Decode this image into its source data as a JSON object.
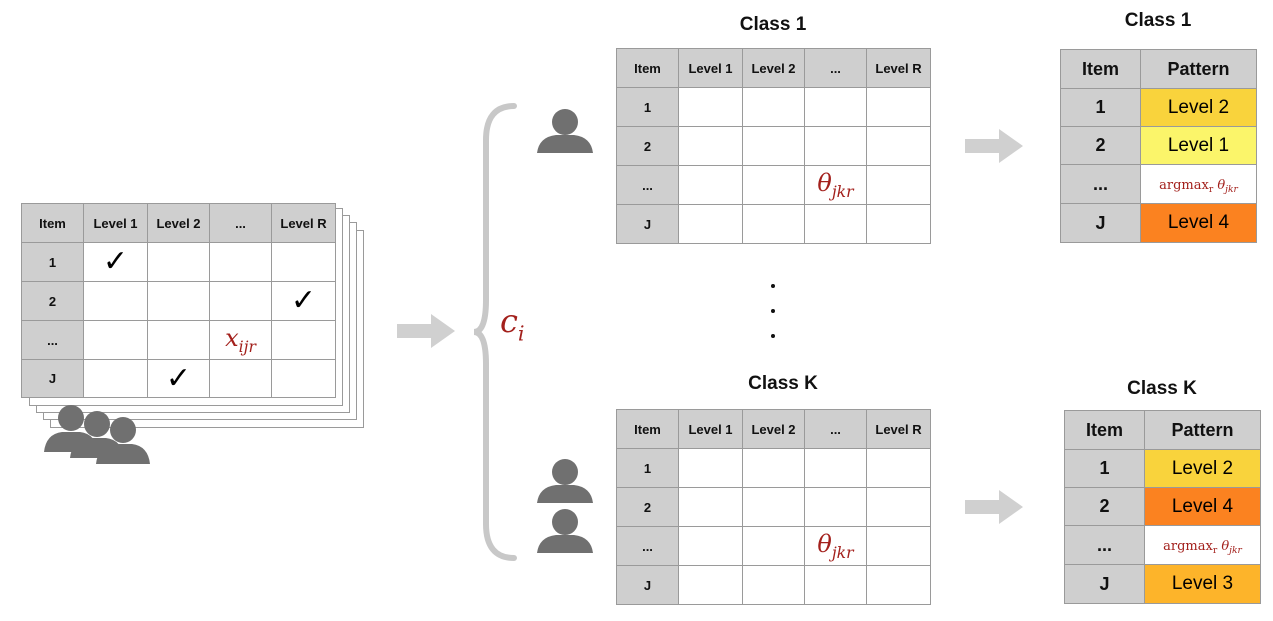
{
  "input_table": {
    "headers": [
      "Item",
      "Level 1",
      "Level 2",
      "...",
      "Level R"
    ],
    "rows": [
      "1",
      "2",
      "...",
      "J"
    ],
    "variable": "x",
    "variable_sub": "ijr"
  },
  "latent": {
    "symbol": "c",
    "sub": "i"
  },
  "class_1": {
    "title": "Class 1",
    "theta_table": {
      "headers": [
        "Item",
        "Level 1",
        "Level 2",
        "...",
        "Level R"
      ],
      "rows": [
        "1",
        "2",
        "...",
        "J"
      ],
      "symbol": "θ",
      "sub": "jkr"
    },
    "pattern_table": {
      "title": "Class 1",
      "headers": [
        "Item",
        "Pattern"
      ],
      "rows": [
        {
          "item": "1",
          "pattern": "Level 2",
          "color": "#f9d33c"
        },
        {
          "item": "2",
          "pattern": "Level 1",
          "color": "#fbf56a"
        },
        {
          "item": "...",
          "pattern": "argmax",
          "color": "#ffffff"
        },
        {
          "item": "J",
          "pattern": "Level 4",
          "color": "#fb8220"
        }
      ]
    }
  },
  "class_k": {
    "title": "Class K",
    "theta_table": {
      "headers": [
        "Item",
        "Level 1",
        "Level 2",
        "...",
        "Level R"
      ],
      "rows": [
        "1",
        "2",
        "...",
        "J"
      ],
      "symbol": "θ",
      "sub": "jkr"
    },
    "pattern_table": {
      "title": "Class K",
      "headers": [
        "Item",
        "Pattern"
      ],
      "rows": [
        {
          "item": "1",
          "pattern": "Level 2",
          "color": "#f9d33c"
        },
        {
          "item": "2",
          "pattern": "Level 4",
          "color": "#fb8220"
        },
        {
          "item": "...",
          "pattern": "argmax",
          "color": "#ffffff"
        },
        {
          "item": "J",
          "pattern": "Level 3",
          "color": "#fdb42a"
        }
      ]
    }
  },
  "argmax": {
    "text": "argmax",
    "sub": "r",
    "symbol": "θ",
    "symbol_sub": "jkr"
  },
  "colors": {
    "arrow": "#d0d0d0",
    "brace": "#c8c8c8",
    "person": "#707070",
    "math": "#a3201c",
    "header": "#cfcfcf"
  },
  "icons": [
    "person-icon",
    "people-group-icon",
    "arrow-right-icon",
    "brace-icon",
    "check-icon"
  ]
}
